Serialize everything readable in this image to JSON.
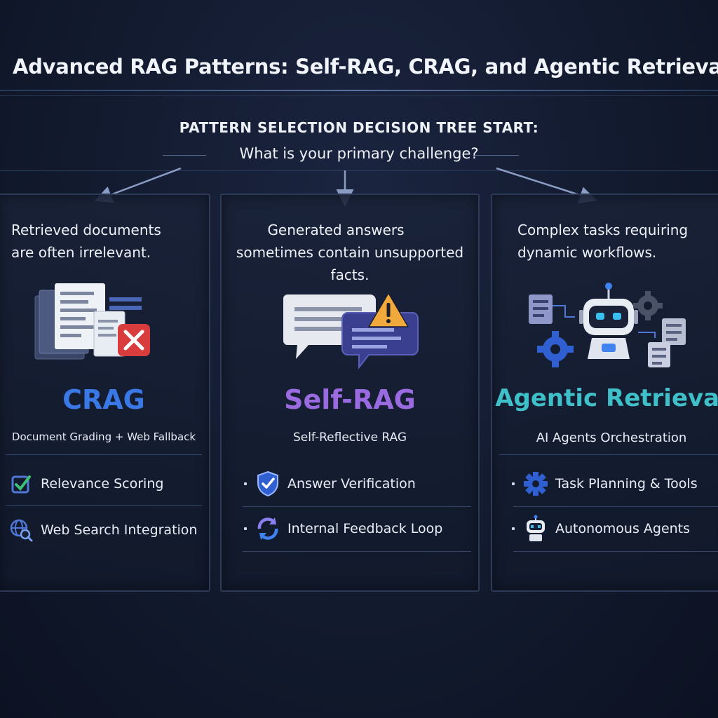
{
  "page": {
    "title": "Advanced RAG Patterns: Self-RAG, CRAG, and Agentic Retrieval"
  },
  "tree": {
    "heading": "PATTERN SELECTION DECISION TREE START:",
    "question": "What is your primary challenge?"
  },
  "colors": {
    "crag": "#3a78e6",
    "self_rag": "#9a6be0",
    "agentic": "#3fc0c8",
    "warning": "#f2a93b",
    "error": "#d93c3c",
    "check_green": "#3fbf7a"
  },
  "cards": [
    {
      "id": "crag",
      "challenge_lines": [
        "Retrieved documents",
        "are often irrelevant."
      ],
      "name": "CRAG",
      "subtitle": "Document Grading + Web Fallback",
      "illustration": "documents-with-reject-icon",
      "features": [
        {
          "icon": "checkbox-check-icon",
          "label": "Relevance Scoring"
        },
        {
          "icon": "globe-search-icon",
          "label": "Web Search Integration"
        }
      ]
    },
    {
      "id": "self-rag",
      "challenge_lines": [
        "Generated answers",
        "sometimes contain unsupported",
        "facts."
      ],
      "name": "Self-RAG",
      "subtitle": "Self-Reflective RAG",
      "illustration": "chat-bubbles-with-warning-icon",
      "features": [
        {
          "icon": "shield-check-icon",
          "label": "Answer Verification"
        },
        {
          "icon": "refresh-loop-icon",
          "label": "Internal Feedback Loop"
        }
      ]
    },
    {
      "id": "agentic",
      "challenge_lines": [
        "Complex tasks requiring",
        "dynamic workflows."
      ],
      "name": "Agentic Retrieval",
      "subtitle": "AI Agents Orchestration",
      "illustration": "robot-with-gears-icon",
      "features": [
        {
          "icon": "gear-icon",
          "label": "Task Planning & Tools"
        },
        {
          "icon": "robot-icon",
          "label": "Autonomous Agents"
        }
      ]
    }
  ]
}
